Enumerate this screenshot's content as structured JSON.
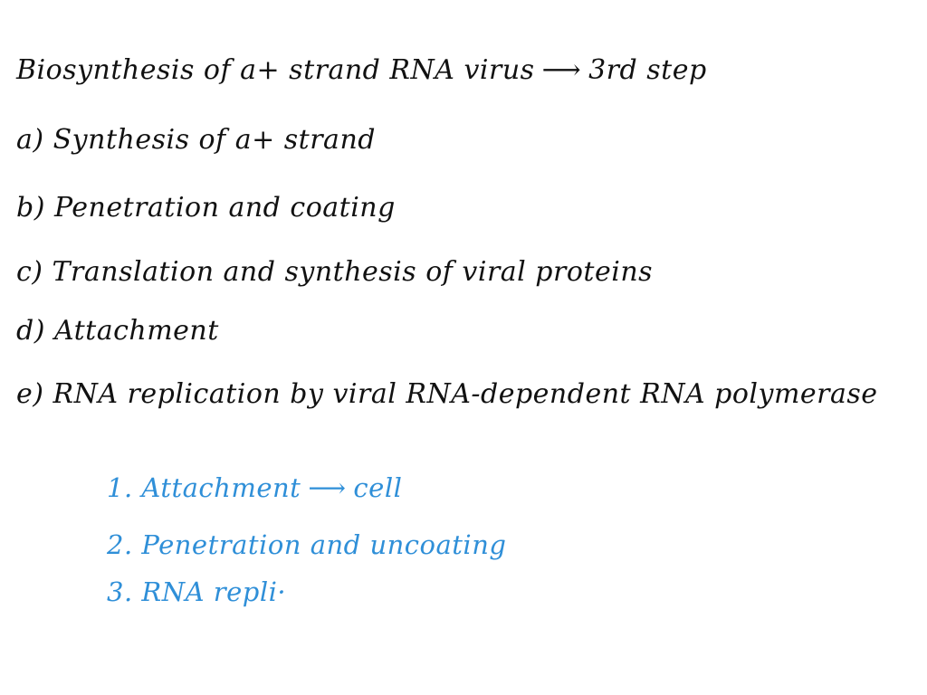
{
  "question": {
    "title_prefix": "Biosynthesis of a+ strand RNA virus",
    "title_arrow": "⟶",
    "title_suffix": "3rd step",
    "options": [
      {
        "label": "a) Synthesis of a+ strand"
      },
      {
        "label": "b) Penetration and coating"
      },
      {
        "label": "c) Translation and synthesis of viral proteins"
      },
      {
        "label": "d) Attachment"
      },
      {
        "label": "e) RNA replication by viral RNA-dependent RNA polymerase"
      }
    ]
  },
  "notes": {
    "step1_prefix": "1. Attachment",
    "step1_arrow": "⟶",
    "step1_suffix": "cell",
    "step2": "2. Penetration and uncoating",
    "step3": "3. RNA repli·"
  },
  "colors": {
    "ink": "#111111",
    "note_ink": "#2f8fd8",
    "background": "#ffffff"
  }
}
